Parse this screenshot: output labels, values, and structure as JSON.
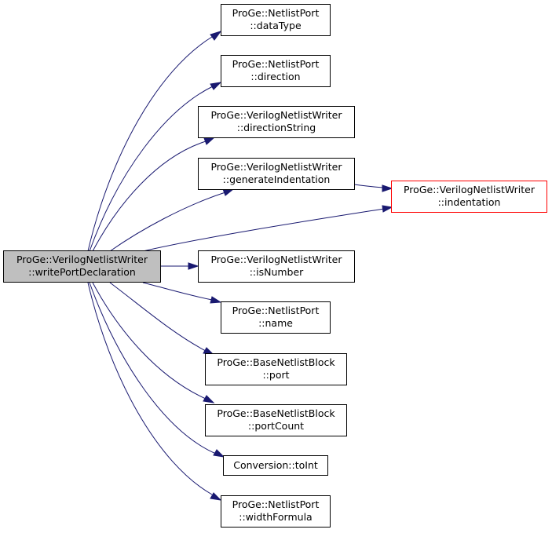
{
  "nodes": {
    "writePortDeclaration": [
      "ProGe::VerilogNetlistWriter",
      "::writePortDeclaration"
    ],
    "dataType": [
      "ProGe::NetlistPort",
      "::dataType"
    ],
    "direction": [
      "ProGe::NetlistPort",
      "::direction"
    ],
    "directionString": [
      "ProGe::VerilogNetlistWriter",
      "::directionString"
    ],
    "generateIndentation": [
      "ProGe::VerilogNetlistWriter",
      "::generateIndentation"
    ],
    "indentation": [
      "ProGe::VerilogNetlistWriter",
      "::indentation"
    ],
    "isNumber": [
      "ProGe::VerilogNetlistWriter",
      "::isNumber"
    ],
    "name": [
      "ProGe::NetlistPort",
      "::name"
    ],
    "port": [
      "ProGe::BaseNetlistBlock",
      "::port"
    ],
    "portCount": [
      "ProGe::BaseNetlistBlock",
      "::portCount"
    ],
    "toInt": [
      "Conversion::toInt"
    ],
    "widthFormula": [
      "ProGe::NetlistPort",
      "::widthFormula"
    ]
  },
  "colors": {
    "edge": "#191970",
    "root_fill": "#bfbfbf",
    "highlight_border": "#ff0000"
  }
}
